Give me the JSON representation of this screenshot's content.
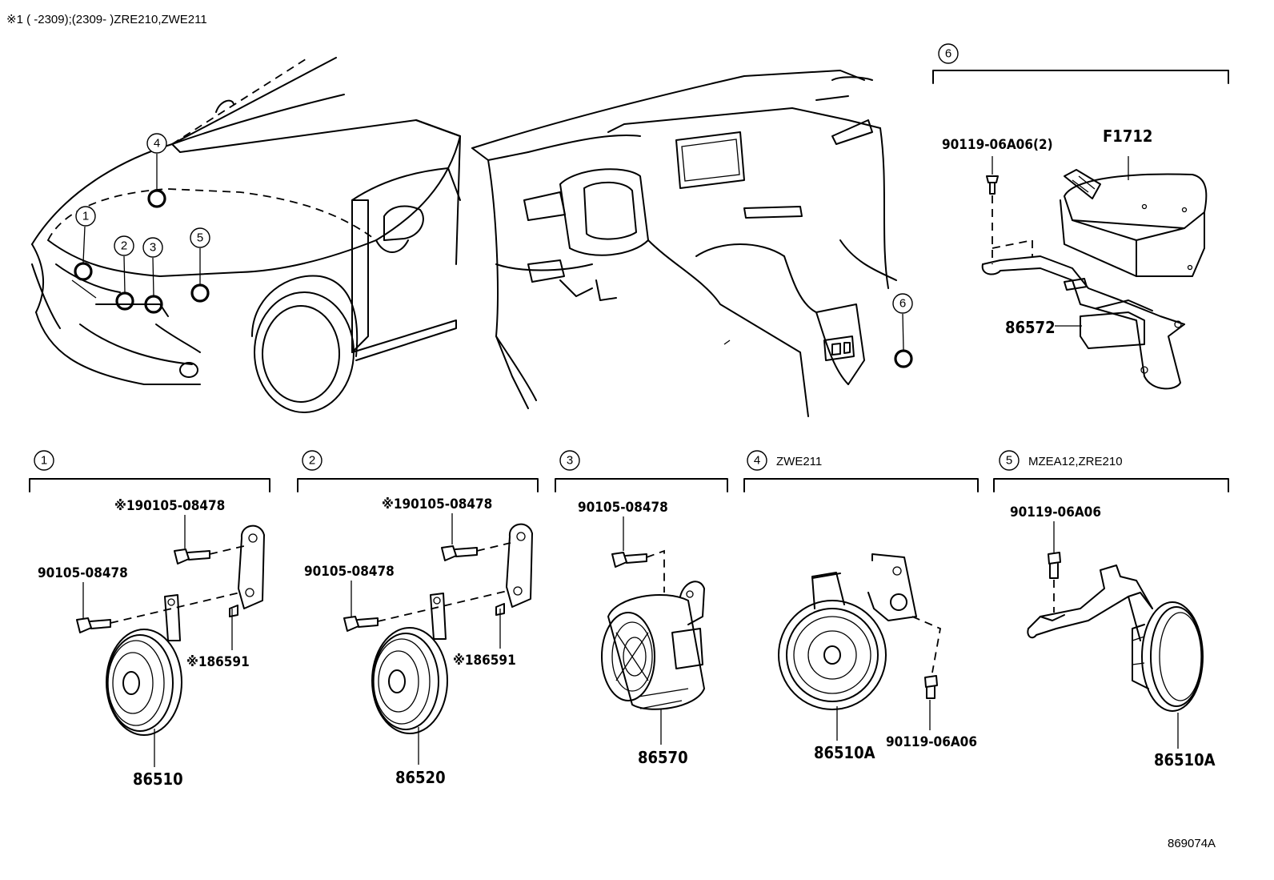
{
  "header_note": "※1 (       -2309);(2309-       )ZRE210,ZWE211",
  "illustration_id": "869074A",
  "location_markers": [
    "1",
    "2",
    "3",
    "4",
    "5",
    "6",
    "6"
  ],
  "sections": [
    {
      "number": "1",
      "condition": ""
    },
    {
      "number": "2",
      "condition": ""
    },
    {
      "number": "3",
      "condition": ""
    },
    {
      "number": "4",
      "condition": "ZWE211"
    },
    {
      "number": "5",
      "condition": "MZEA12,ZRE210"
    },
    {
      "number": "6",
      "condition": ""
    }
  ],
  "callouts": {
    "s1_bolt_note": "※190105-08478",
    "s1_bolt": "90105-08478",
    "s1_bracket": "※186591",
    "s1_horn": "86510",
    "s2_bolt_note": "※190105-08478",
    "s2_bolt": "90105-08478",
    "s2_bracket": "※186591",
    "s2_horn": "86520",
    "s3_bolt": "90105-08478",
    "s3_horn": "86570",
    "s4_horn": "86510A",
    "s4_bolt": "90119-06A06",
    "s5_bolt": "90119-06A06",
    "s5_horn": "86510A",
    "s6_bolt": "90119-06A06(2)",
    "s6_module": "F1712",
    "s6_bracket": "86572"
  }
}
